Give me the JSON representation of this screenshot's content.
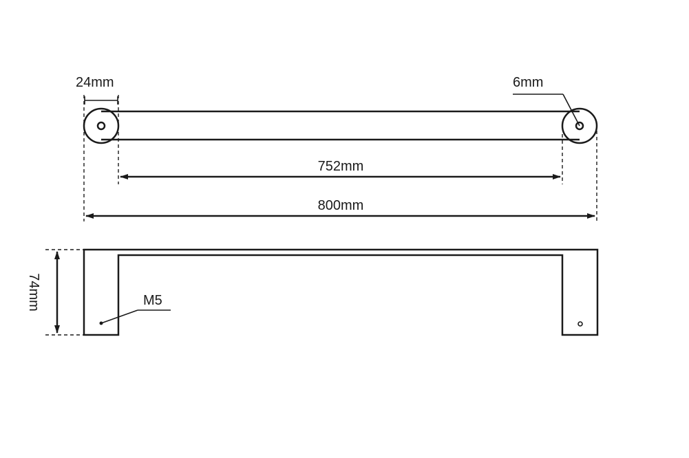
{
  "dimensions": {
    "post_width": "24mm",
    "hole_diameter": "6mm",
    "inner_length": "752mm",
    "overall_length": "800mm",
    "height": "74mm",
    "thread": "M5"
  }
}
